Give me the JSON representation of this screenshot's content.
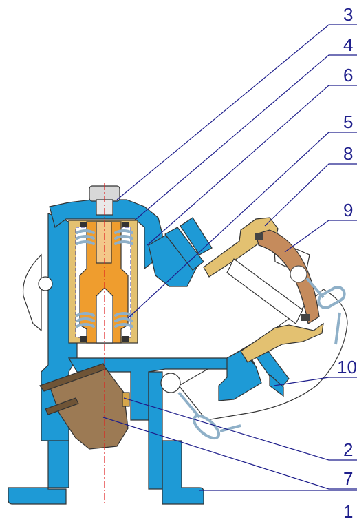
{
  "diagram": {
    "colors": {
      "body": "#1e9ad6",
      "bonnet": "#e3c171",
      "piston": "#ef9d2e",
      "disc": "#9c7a54",
      "gasket": "#c58b5c",
      "spring": "#8fb0c8",
      "labels": "#1f1f8c",
      "centerline": "#e02020"
    },
    "labels": [
      {
        "id": "3",
        "text": "3"
      },
      {
        "id": "4",
        "text": "4"
      },
      {
        "id": "6",
        "text": "6"
      },
      {
        "id": "5",
        "text": "5"
      },
      {
        "id": "8",
        "text": "8"
      },
      {
        "id": "9",
        "text": "9"
      },
      {
        "id": "10",
        "text": "10"
      },
      {
        "id": "2",
        "text": "2"
      },
      {
        "id": "7",
        "text": "7"
      },
      {
        "id": "1",
        "text": "1"
      }
    ]
  }
}
